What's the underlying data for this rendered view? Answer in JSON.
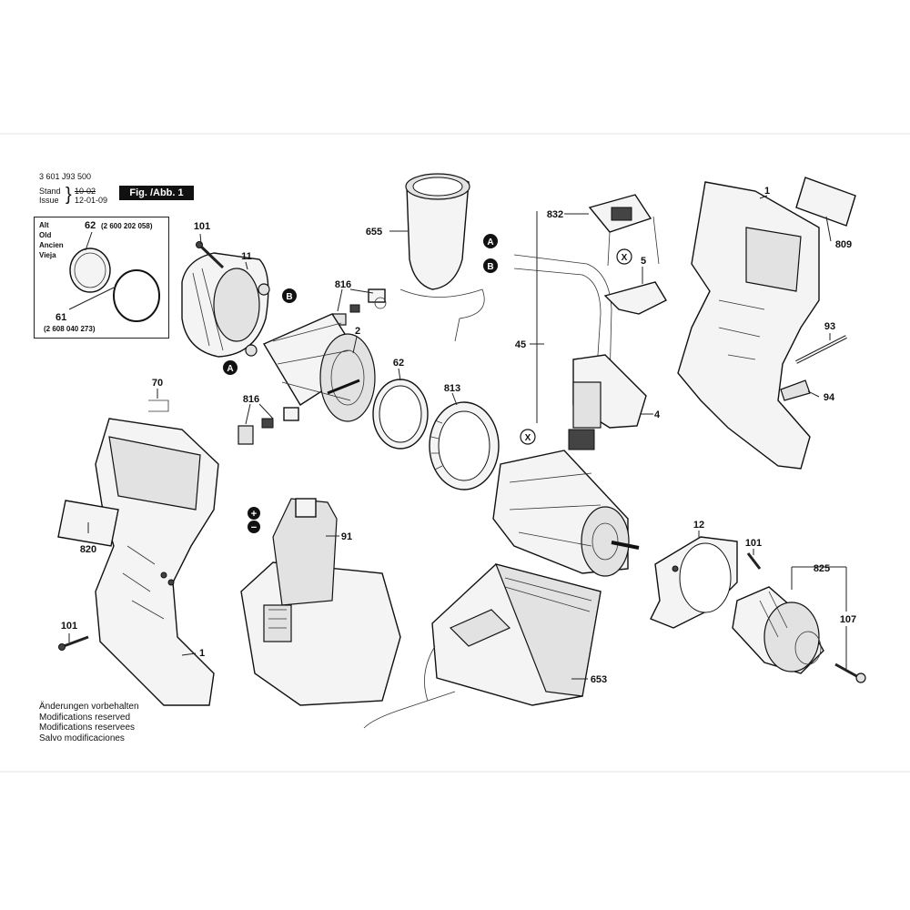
{
  "header": {
    "part_number": "3 601 J93 500",
    "stand_label": "Stand",
    "issue_label": "Issue",
    "stand_date_struck": "10-02",
    "issue_date": "12-01-09",
    "figure_label": "Fig. /Abb. 1"
  },
  "legacy_box": {
    "languages": [
      "Alt",
      "Old",
      "Ancien",
      "Vieja"
    ],
    "item_top": "62",
    "item_top_code": "(2 600 202 058)",
    "item_bottom": "61",
    "item_bottom_code": "(2 608 040 273)"
  },
  "callouts": {
    "c101a": "101",
    "c11": "11",
    "c655": "655",
    "c816a": "816",
    "c2": "2",
    "c62": "62",
    "c813": "813",
    "c70": "70",
    "c816b": "816",
    "c820": "820",
    "c101b": "101",
    "c1b": "1",
    "c91": "91",
    "c832": "832",
    "c45": "45",
    "c5": "5",
    "c4": "4",
    "c1a": "1",
    "c809": "809",
    "c93": "93",
    "c94": "94",
    "c12": "12",
    "c101c": "101",
    "c825": "825",
    "c107": "107",
    "c653": "653"
  },
  "markers": {
    "A": "A",
    "B": "B",
    "X": "X",
    "plus": "+",
    "minus": "−"
  },
  "footer": {
    "lines": [
      "Änderungen vorbehalten",
      "Modifications reserved",
      "Modifications reservees",
      "Salvo modificaciones"
    ]
  }
}
